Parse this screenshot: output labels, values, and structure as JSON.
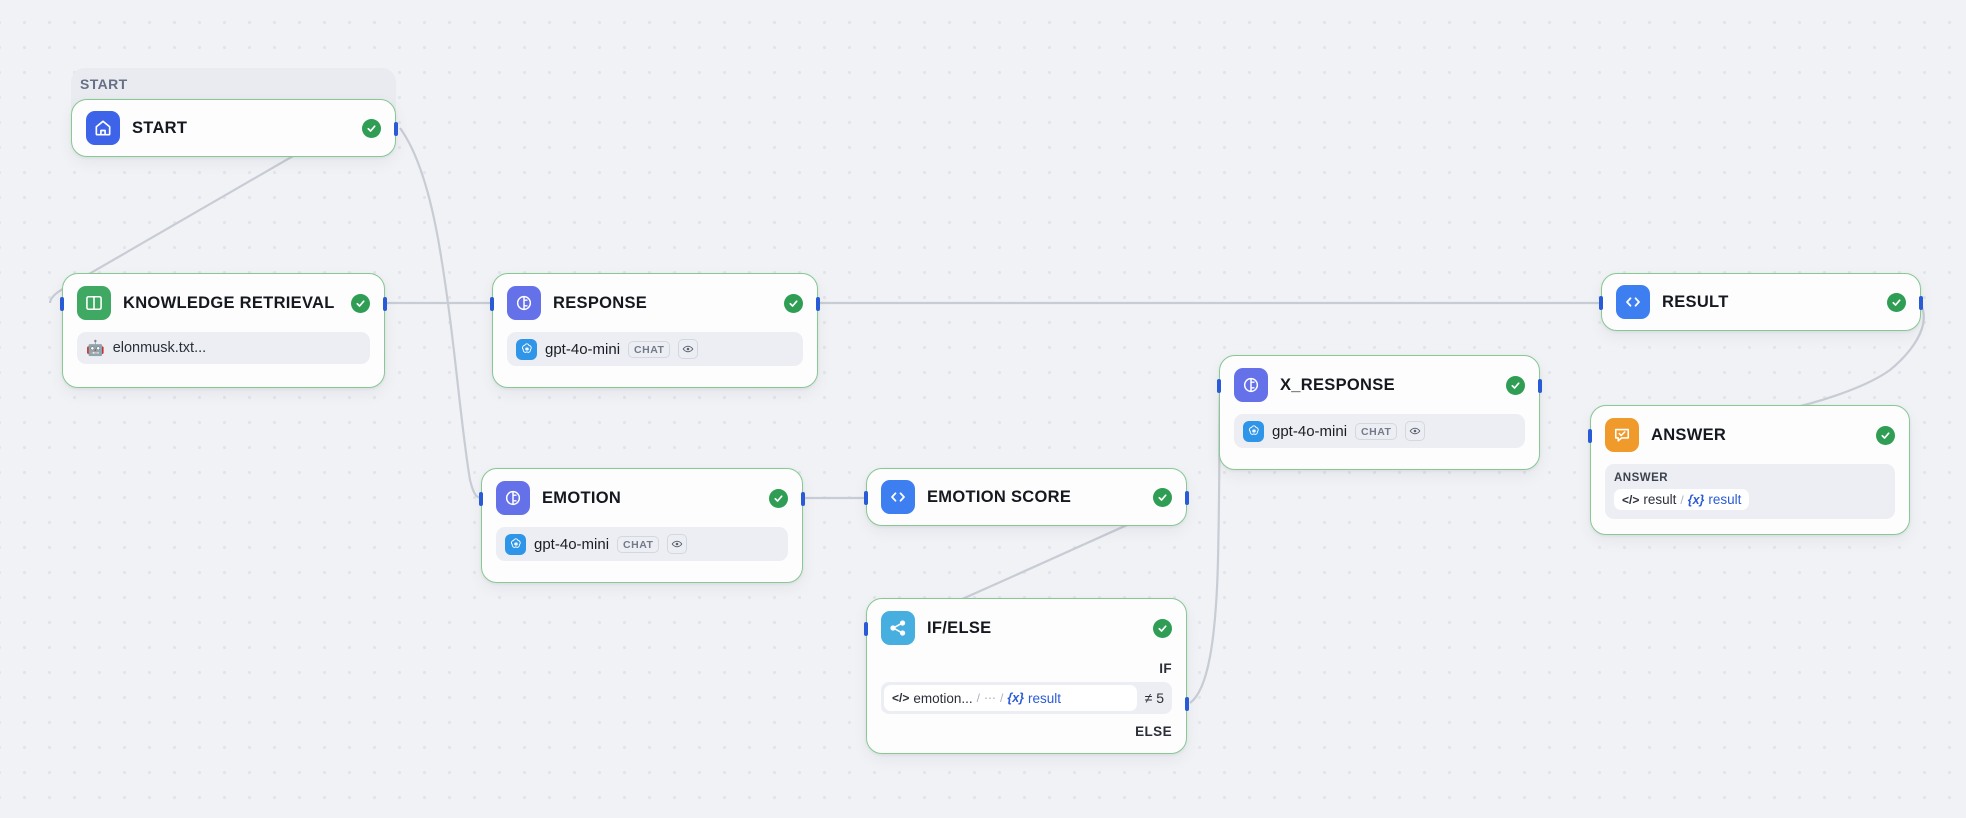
{
  "canvas": {
    "background_color": "#f1f2f6",
    "dot_color": "#e2e4ec",
    "node_border_color": "#86c993",
    "edge_color": "#c8ccd4",
    "handle_color": "#2a5bd7",
    "status_color": "#2f9e54"
  },
  "groups": [
    {
      "name": "start-group",
      "label": "START"
    }
  ],
  "nodes": [
    {
      "id": "start",
      "title": "START",
      "icon": "home-icon",
      "icon_color": "#3d63e8",
      "status": "success"
    },
    {
      "id": "knowledge-retrieval",
      "title": "KNOWLEDGE RETRIEVAL",
      "icon": "book-icon",
      "icon_color": "#3fa862",
      "status": "success",
      "file": {
        "emoji": "🤖",
        "name": "elonmusk.txt..."
      }
    },
    {
      "id": "response",
      "title": "RESPONSE",
      "icon": "llm-icon",
      "icon_color": "#6571e8",
      "status": "success",
      "model": {
        "logo": "openai-logo",
        "name": "gpt-4o-mini",
        "badge": "CHAT",
        "eye": "eye-icon"
      }
    },
    {
      "id": "emotion",
      "title": "EMOTION",
      "icon": "llm-icon",
      "icon_color": "#6571e8",
      "status": "success",
      "model": {
        "logo": "openai-logo",
        "name": "gpt-4o-mini",
        "badge": "CHAT",
        "eye": "eye-icon"
      }
    },
    {
      "id": "emotion-score",
      "title": "EMOTION SCORE",
      "icon": "code-icon",
      "icon_color": "#3d7ff0",
      "status": "success"
    },
    {
      "id": "if-else",
      "title": "IF/ELSE",
      "icon": "branch-icon",
      "icon_color": "#47aee0",
      "status": "success",
      "condition": {
        "if_label": "IF",
        "source": "emotion...",
        "separator": "/",
        "ellipsis": "⋯",
        "var_prefix": "{x}",
        "var_key": "result",
        "operator": "≠ 5",
        "else_label": "ELSE"
      }
    },
    {
      "id": "x-response",
      "title": "X_RESPONSE",
      "icon": "llm-icon",
      "icon_color": "#6571e8",
      "status": "success",
      "model": {
        "logo": "openai-logo",
        "name": "gpt-4o-mini",
        "badge": "CHAT",
        "eye": "eye-icon"
      }
    },
    {
      "id": "result",
      "title": "RESULT",
      "icon": "code-icon",
      "icon_color": "#3d7ff0",
      "status": "success"
    },
    {
      "id": "answer",
      "title": "ANSWER",
      "icon": "answer-icon",
      "icon_color": "#ef9a2b",
      "status": "success",
      "answer": {
        "caption": "ANSWER",
        "source": "result",
        "separator": "/",
        "var_prefix": "{x}",
        "var_key": "result"
      }
    }
  ]
}
